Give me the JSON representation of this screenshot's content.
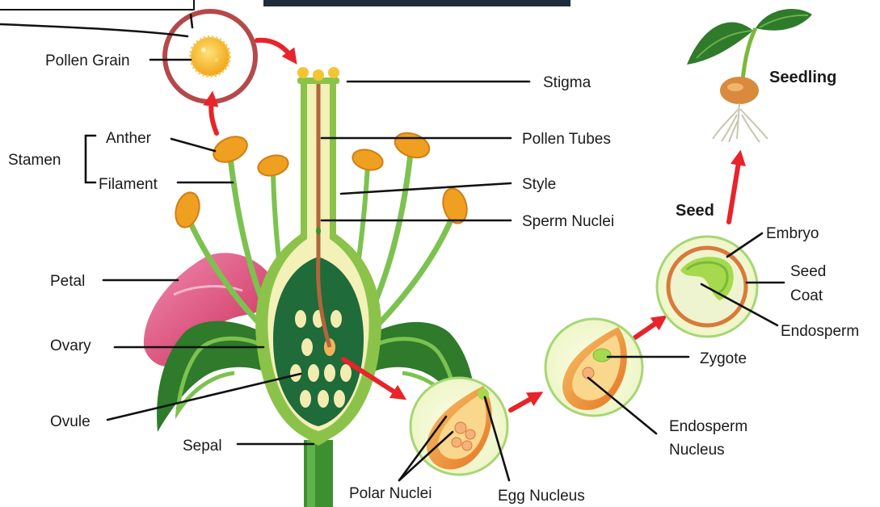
{
  "labels": {
    "pollen_grain": "Pollen Grain",
    "stamen": "Stamen",
    "anther": "Anther",
    "filament": "Filament",
    "petal": "Petal",
    "ovary": "Ovary",
    "ovule": "Ovule",
    "sepal": "Sepal",
    "stigma": "Stigma",
    "pollen_tubes": "Pollen Tubes",
    "style": "Style",
    "sperm_nuclei": "Sperm Nuclei",
    "polar_nuclei": "Polar Nuclei",
    "egg_nucleus": "Egg Nucleus",
    "zygote": "Zygote",
    "endosperm_nucleus_line1": "Endosperm",
    "endosperm_nucleus_line2": "Nucleus",
    "seed": "Seed",
    "embryo": "Embryo",
    "seed_coat_line1": "Seed",
    "seed_coat_line2": "Coat",
    "endosperm": "Endosperm",
    "seedling": "Seedling"
  },
  "colors": {
    "highlight_circle": "#b5494a",
    "arrow": "#e8232a",
    "pollen": "#f5b323",
    "anther": "#f0a020",
    "petal": "#e24b78",
    "ovary_dark": "#1f6b3a",
    "stem": "#3e8f2f",
    "ovule": "#f2ecb0"
  }
}
